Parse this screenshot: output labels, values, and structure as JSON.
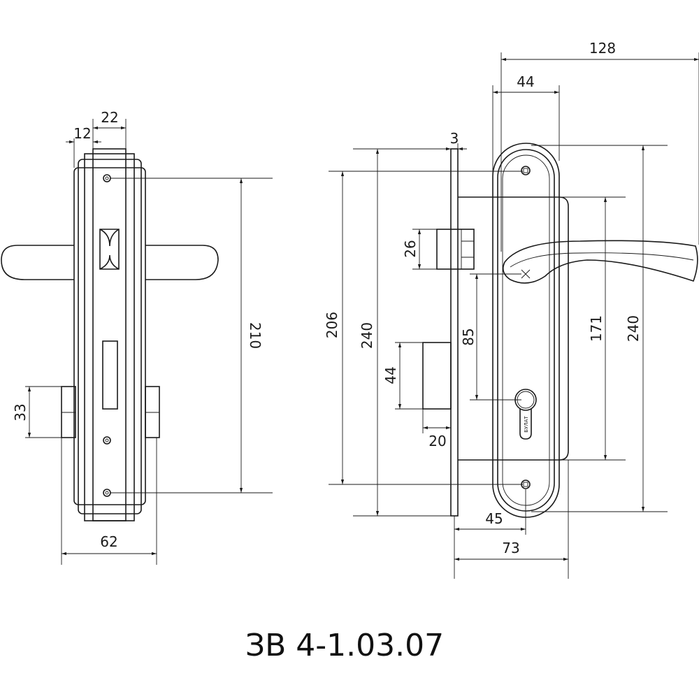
{
  "title": "ЗВ 4-1.03.07",
  "cylinder_brand": "БУЛАТ",
  "dimensions": {
    "left_view": {
      "d12": "12",
      "d22": "22",
      "d210": "210",
      "d33": "33",
      "d62": "62"
    },
    "right_view": {
      "d128": "128",
      "d44_top": "44",
      "d3": "3",
      "d206": "206",
      "d240_left": "240",
      "d26": "26",
      "d44": "44",
      "d85": "85",
      "d20": "20",
      "d171": "171",
      "d240_right": "240",
      "d45": "45",
      "d73": "73"
    }
  }
}
